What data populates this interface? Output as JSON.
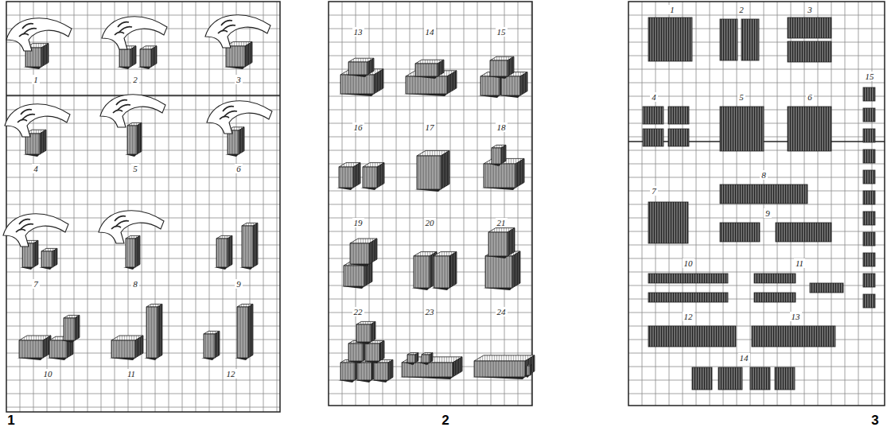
{
  "diagram": {
    "labels": [
      "1",
      "2",
      "3",
      "4",
      "5",
      "6",
      "7",
      "8",
      "9",
      "10",
      "11",
      "12",
      "13",
      "14",
      "15",
      "16",
      "17",
      "18",
      "19",
      "20",
      "21",
      "22",
      "23",
      "24",
      "1",
      "2",
      "3",
      "15",
      "4",
      "5",
      "6",
      "8",
      "7",
      "9",
      "10",
      "11",
      "12",
      "13",
      "14",
      "1",
      "2",
      "3"
    ]
  }
}
